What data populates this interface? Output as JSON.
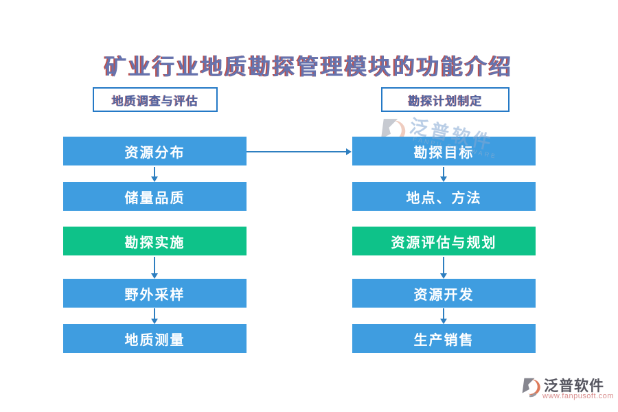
{
  "title": {
    "text": "矿业行业地质勘探管理模块的功能介绍"
  },
  "columns": [
    {
      "header": "地质调查与评估",
      "items": [
        {
          "label": "资源分布",
          "variant": "blue"
        },
        {
          "label": "储量品质",
          "variant": "blue"
        },
        {
          "label": "勘探实施",
          "variant": "green"
        },
        {
          "label": "野外采样",
          "variant": "blue"
        },
        {
          "label": "地质测量",
          "variant": "blue"
        }
      ]
    },
    {
      "header": "勘探计划制定",
      "items": [
        {
          "label": "勘探目标",
          "variant": "blue"
        },
        {
          "label": "地点、方法",
          "variant": "blue"
        },
        {
          "label": "资源评估与规划",
          "variant": "green"
        },
        {
          "label": "资源开发",
          "variant": "blue"
        },
        {
          "label": "生产销售",
          "variant": "blue"
        }
      ]
    }
  ],
  "connections": {
    "horizontal_arrow": "资源分布 → 勘探目标",
    "vertical_arrows_left": [
      "资源分布 → 储量品质",
      "勘探实施 → 野外采样",
      "野外采样 → 地质测量"
    ],
    "vertical_arrows_right": [
      "勘探目标 → 地点、方法",
      "资源评估与规划 → 资源开发",
      "资源开发 → 生产销售"
    ]
  },
  "watermark": {
    "cn": "泛普软件",
    "en": "FANPU SOFTWARE"
  },
  "logo": {
    "name": "泛普软件",
    "url": "www.fanpusoft.com"
  },
  "colors": {
    "blue": "#3f9de0",
    "green": "#0ec289",
    "arrow": "#2e7fc0",
    "border_blue": "#2479c6",
    "title_main": "#6673ae",
    "title_fringe": "#bf4f4a",
    "logo_text": "#55555f",
    "logo_url": "#d98f8f",
    "logo_orange": "#dd7a5a",
    "logo_gray": "#8b8b95"
  }
}
